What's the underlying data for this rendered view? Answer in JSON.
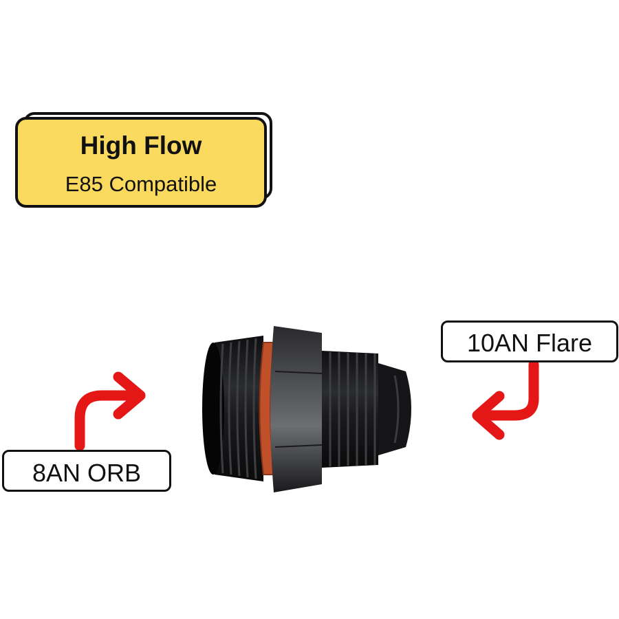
{
  "badge": {
    "title": "High Flow",
    "subtitle": "E85 Compatible",
    "color": "#FADA5E"
  },
  "callouts": {
    "flare_label": "10AN Flare",
    "orb_label": "8AN ORB",
    "arrow_color": "#E51616"
  },
  "product": {
    "icon": "an-fitting-adapter-icon",
    "body_color": "#1c1c1e",
    "oring_color": "#C0502A"
  }
}
